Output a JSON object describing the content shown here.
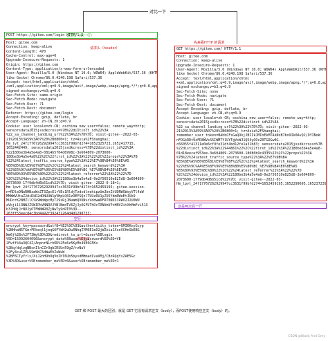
{
  "title": "对比一下",
  "left": {
    "request_line": "POST https://gitee.com/login HTTP/1.1",
    "request_line_note": "请求行（第一行）",
    "headers_note": "请求头（header）",
    "blank_note": "空行",
    "body_note": "请求正文",
    "headers": [
      "Host: gitee.com",
      "Connection: keep-alive",
      "Content-Length: 470",
      "Cache-Control: max-age=0",
      "Upgrade-Insecure-Requests: 1",
      "Origin: https://gitee.com",
      "Content-Type: application/x-www-form-urlencoded",
      "User-Agent: Mozilla/5.0 (Windows NT 10.0; WOW64) AppleWebKit/537.36 (KHTML,",
      "like Gecko) Chrome/86.0.4240.198 Safari/537.36",
      "Accept: text/html,application/xhtml",
      "+xml,application/xml;q=0.9,image/avif,image/webp,image/apng,*/*;q=0.8,application/",
      "signed-exchange;v=b3;q=0.9",
      "Sec-Fetch-Site: same-origin",
      "Sec-Fetch-Mode: navigate",
      "Sec-Fetch-User: ?1",
      "Sec-Fetch-Dest: document",
      "Referer: https://gitee.com/login",
      "Accept-Encoding: gzip, deflate, br",
      "Accept-Language: zh-CN,zh;q=0.9",
      "Cookie: user_locale=zh-CN; oschina_new_user=false; remote_way=http;",
      "sensorsdata2015jssdkcross=%7B%22distinct_id%22%3A",
      "%22_sa_channel_landing_url%22%3A%22%7D%7D; visit-gitee--2022-03-",
      "21%2013%3A59%3A07%20%2B0800=1; tz=Asia%2FShanghai;",
      "Hm_lvt_24f17767262929947cc3631f99bfd274=1652325723,1652417715,",
      "1652442449; sensorsdata2015jssdkcross=%7B%22distinct_id%22%3A",
      "%22180be3b4a5e4a8-0814b5704d6998c-3e604809-2073600-",
      "180be3b4a5e4a8%22%2C%22first_id%22%3A%22%22%2C%22props%22%3A%7B",
      "%22%24latest_traffic_source_type%22%3A%22%E7%9B%B4%E6%8E%A5",
      "%E6%B5%81%E9%87%8F%22%2C%22%24latest_search_keyword%22%3A",
      "%22%E6%9C%AA%E5%8F%96%E5%88%B0%E5%80%BC_%E7%9B%B4%E6%8E%A5",
      "%E6%89%93%E5%BC%80%22%2C%22%24latest_referrer%22%3A%22%22%7D",
      "%2C%22%24device_id%22%3A%22180be3b4a5e4a8-0e2f56510e825d8-3e604809-",
      "2073600-17f9db4d6b51cd%22%7D; visit-gitee--2022-0-18=1;",
      "Hm_lpvt_24f17767262929947cc3631f99bfd274=1652459195; gitee-session-",
      "n=RDleDNwRHNzaWxZT3ZpcE1rVEc1RldjTzdsdlnehipzUmJbnZtUDNWSWsyVTl4aW",
      "MMWWVUtaZ2diRkR2dDNUUW1pVHpLQ01zOEFSQzlTUUzRU1yZU5YdmRWeEtJUk9",
      "MUDcrK2NHZllCSk9WbWpcMyT29sRjJNuWmQVUNvcVddwWDFRT0N6SlRWV2J2U0WU",
      "aVkji1lRNWJZSWIPbVNNRVJVNlNmdTV6ZjJyOGFUThDcTRNVmVPcHNVZitXhMmFvL51X",
      "b3JhNjJrNUJyOTFWNWR0ZjNwTy9nRT0%3D--",
      "263ff53eecd4c3bd4a92f392431264d4d1290733;"
    ],
    "body": [
      "encrypt_key=password&utf8=%E2%9C%93&authenticity_token=GMI6KnyGcyg",
      "%2BHhaN5TGmrFRkeql1jeqG6FYbH2wDwRNhqZYM6E1eD2jWZxia1XceVCHnSbEBG",
      "Wm6j%2Bx%2F73Wg%3D%3D&redirect_to_url=&user%5Blogin",
      "%5D=15092604096&encrypt_data%5Buser%5Bpassword%5D%5D=VE",
      "2Fwff%4a3QC4Z/AnpnrNLrh6D%2Fe6z5KyMn49E6G5Kv",
      "%2Bq/dqlzqNNcnIlnCZrOqbIRSUn59gZ/rzNuV",
      "%2Fy4cu1ZPLSSm%KC5dWwEhZuWuW",
      "%2BF6CTyYrlx/XiJ2nH9hOqVnZhT6Ub5bysdMHmadIvaVMj/CBzRQqYsZAE5Gc",
      "%3D%3D&user%5Bremember_me%5D=0&user%5Bremember_me%5D=1"
    ],
    "footer": "GET 和 POST 最大的区别，就是 GET 它没有请求正文（body），而POST使用响应正文（body）的。"
  },
  "right": {
    "headers_note": "先来看HTTP 的请求",
    "request_line": "GET https://gitee.com/ HTTP/1.1",
    "blank_note": "这是两次后一行",
    "headers": [
      "Host: gitee.com",
      "Connection: keep-alive",
      "Upgrade-Insecure-Requests: 1",
      "User-Agent: Mozilla/5.0 (Windows NT 10.0; WOW64) AppleWebKit/537.36 (KHTML,",
      "like Gecko) Chrome/86.0.4240.198 Safari/537.36",
      "Accept: text/html,application/xhtml",
      "+xml,application/xml;q=0.9,image/avif,image/webp,image/apng,*/*;q=0.8,application/",
      "signed-exchange;v=b3;q=0.9",
      "Sec-Fetch-Site: none",
      "Sec-Fetch-Mode: navigate",
      "Sec-Fetch-User: ?1",
      "Sec-Fetch-Dest: document",
      "Accept-Encoding: gzip, deflate, br",
      "Accept-Language: zh-CN,zh;q=0.9",
      "Cookie: user_locale=zh-CN; oschina_new_user=false; remote_way=http;",
      "sensorsdata2015jssdkcross=%7B%22distinct_id%22%3A",
      "%22_sa_channel_landing_url%22%3A%22%7D%7D; visit-gitee--2022-03-",
      "21%2013%3A59%3A07%20%2B0800=1; tz=Asia%2FShanghai;",
      "remember_user_token=BAhbCFsGaQOkjJBIIkJMInEkMTAkNzB7bo9Ik0AvQ2/OYINoW",
      "nFDGkRDt9zFR8WVsS5IWM7Y1UYTgVsWJ1Q54yOOcZ0TGDGw0G--",
      "c66055f41311e0e6cf9fe31df4bd12fe1a31b83; sensorsdata2015jssdkcross=%7B",
      "%22distinct_id%22%3A%22944861%22%2C%22first_id%22%3A%22180be3b4a5e4a8-",
      "01d18eecaf953ee-3e604809-2073600-18080b9c4335%22%2C%22props%22%3A",
      "%7B%22%24latest_traffic_source_type%22%3A%22%E7%9B%B4",
      "%E6%8E%A5%E6%B5%81%E9%87%8F%22%2C%22%24latest_search_keyword%22%3A",
      "%22%E6%9C%AA%E5%8F%96%E5%88%B0%E5%80%BC_%E7%9B%B4%E6%8E%A5",
      "%E6%89%93%E5%BC%80%22%2C%22%24latest_referrer%22%3A%22%22%7D",
      "%2C%22%24device_id%22%3A%22180be3b4a5e4a8-0e2f56510e825d8-3e604809-",
      "2073600-17f9db4d6b51cd%22%7D; visit-gitee--2022-03-",
      "Hm_lpvt_24f17767262929947cc3631f99bfd274=1652459195;1652299695,1652372393;"
    ]
  },
  "watermark": "CSDN @Blank And Grey"
}
